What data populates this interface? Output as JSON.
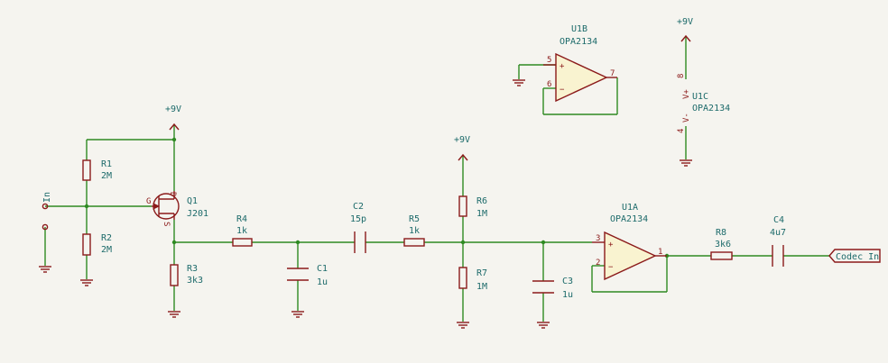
{
  "power": {
    "supply": "+9V"
  },
  "input": {
    "label": "In"
  },
  "output": {
    "label": "Codec In"
  },
  "components": {
    "R1": {
      "ref": "R1",
      "value": "2M"
    },
    "R2": {
      "ref": "R2",
      "value": "2M"
    },
    "R3": {
      "ref": "R3",
      "value": "3k3"
    },
    "R4": {
      "ref": "R4",
      "value": "1k"
    },
    "R5": {
      "ref": "R5",
      "value": "1k"
    },
    "R6": {
      "ref": "R6",
      "value": "1M"
    },
    "R7": {
      "ref": "R7",
      "value": "1M"
    },
    "R8": {
      "ref": "R8",
      "value": "3k6"
    },
    "C1": {
      "ref": "C1",
      "value": "1u"
    },
    "C2": {
      "ref": "C2",
      "value": "15p"
    },
    "C3": {
      "ref": "C3",
      "value": "1u"
    },
    "C4": {
      "ref": "C4",
      "value": "4u7"
    },
    "Q1": {
      "ref": "Q1",
      "value": "J201",
      "pin_g": "G",
      "pin_d": "D",
      "pin_s": "S"
    },
    "U1A": {
      "ref": "U1A",
      "value": "OPA2134",
      "pin_in_p": "3",
      "pin_in_n": "2",
      "pin_out": "1"
    },
    "U1B": {
      "ref": "U1B",
      "value": "OPA2134",
      "pin_in_p": "5",
      "pin_in_n": "6",
      "pin_out": "7"
    },
    "U1C": {
      "ref": "U1C",
      "value": "OPA2134",
      "pin_vp_num": "8",
      "pin_vm_num": "4",
      "pin_vp": "V+",
      "pin_vm": "V-"
    }
  },
  "symbols": {
    "plus": "+",
    "minus": "−"
  }
}
